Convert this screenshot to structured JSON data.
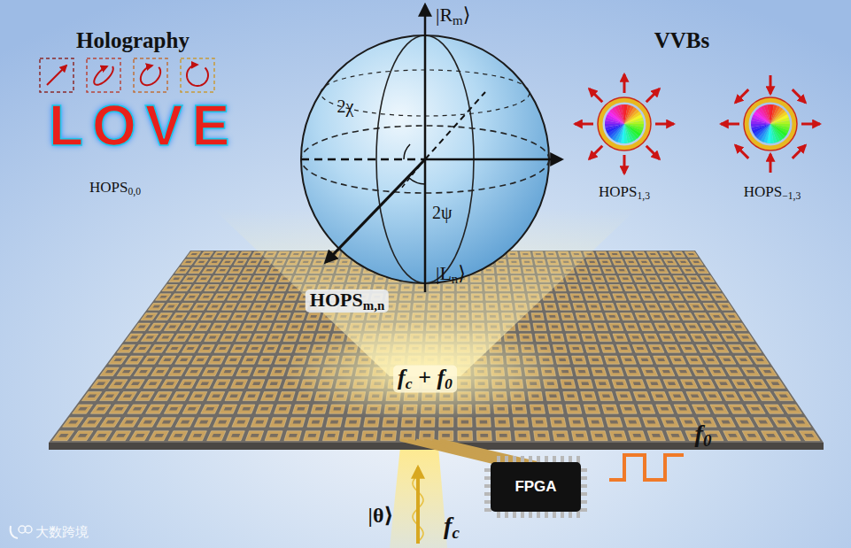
{
  "diagram": {
    "nodes": [
      {
        "text": [
          "FPGA"
        ]
      }
    ],
    "labels": [
      "Holography",
      "LOVE",
      "HOPS0,0",
      "|Rm⟩",
      "2χ",
      "2ψ",
      "|Ln⟩",
      "HOPSm,n",
      "VVBs",
      "HOPS1,3",
      "HOPS−1,3",
      "fc + f0",
      "f0",
      "|θ⟩",
      "fc",
      "大数跨境"
    ]
  }
}
